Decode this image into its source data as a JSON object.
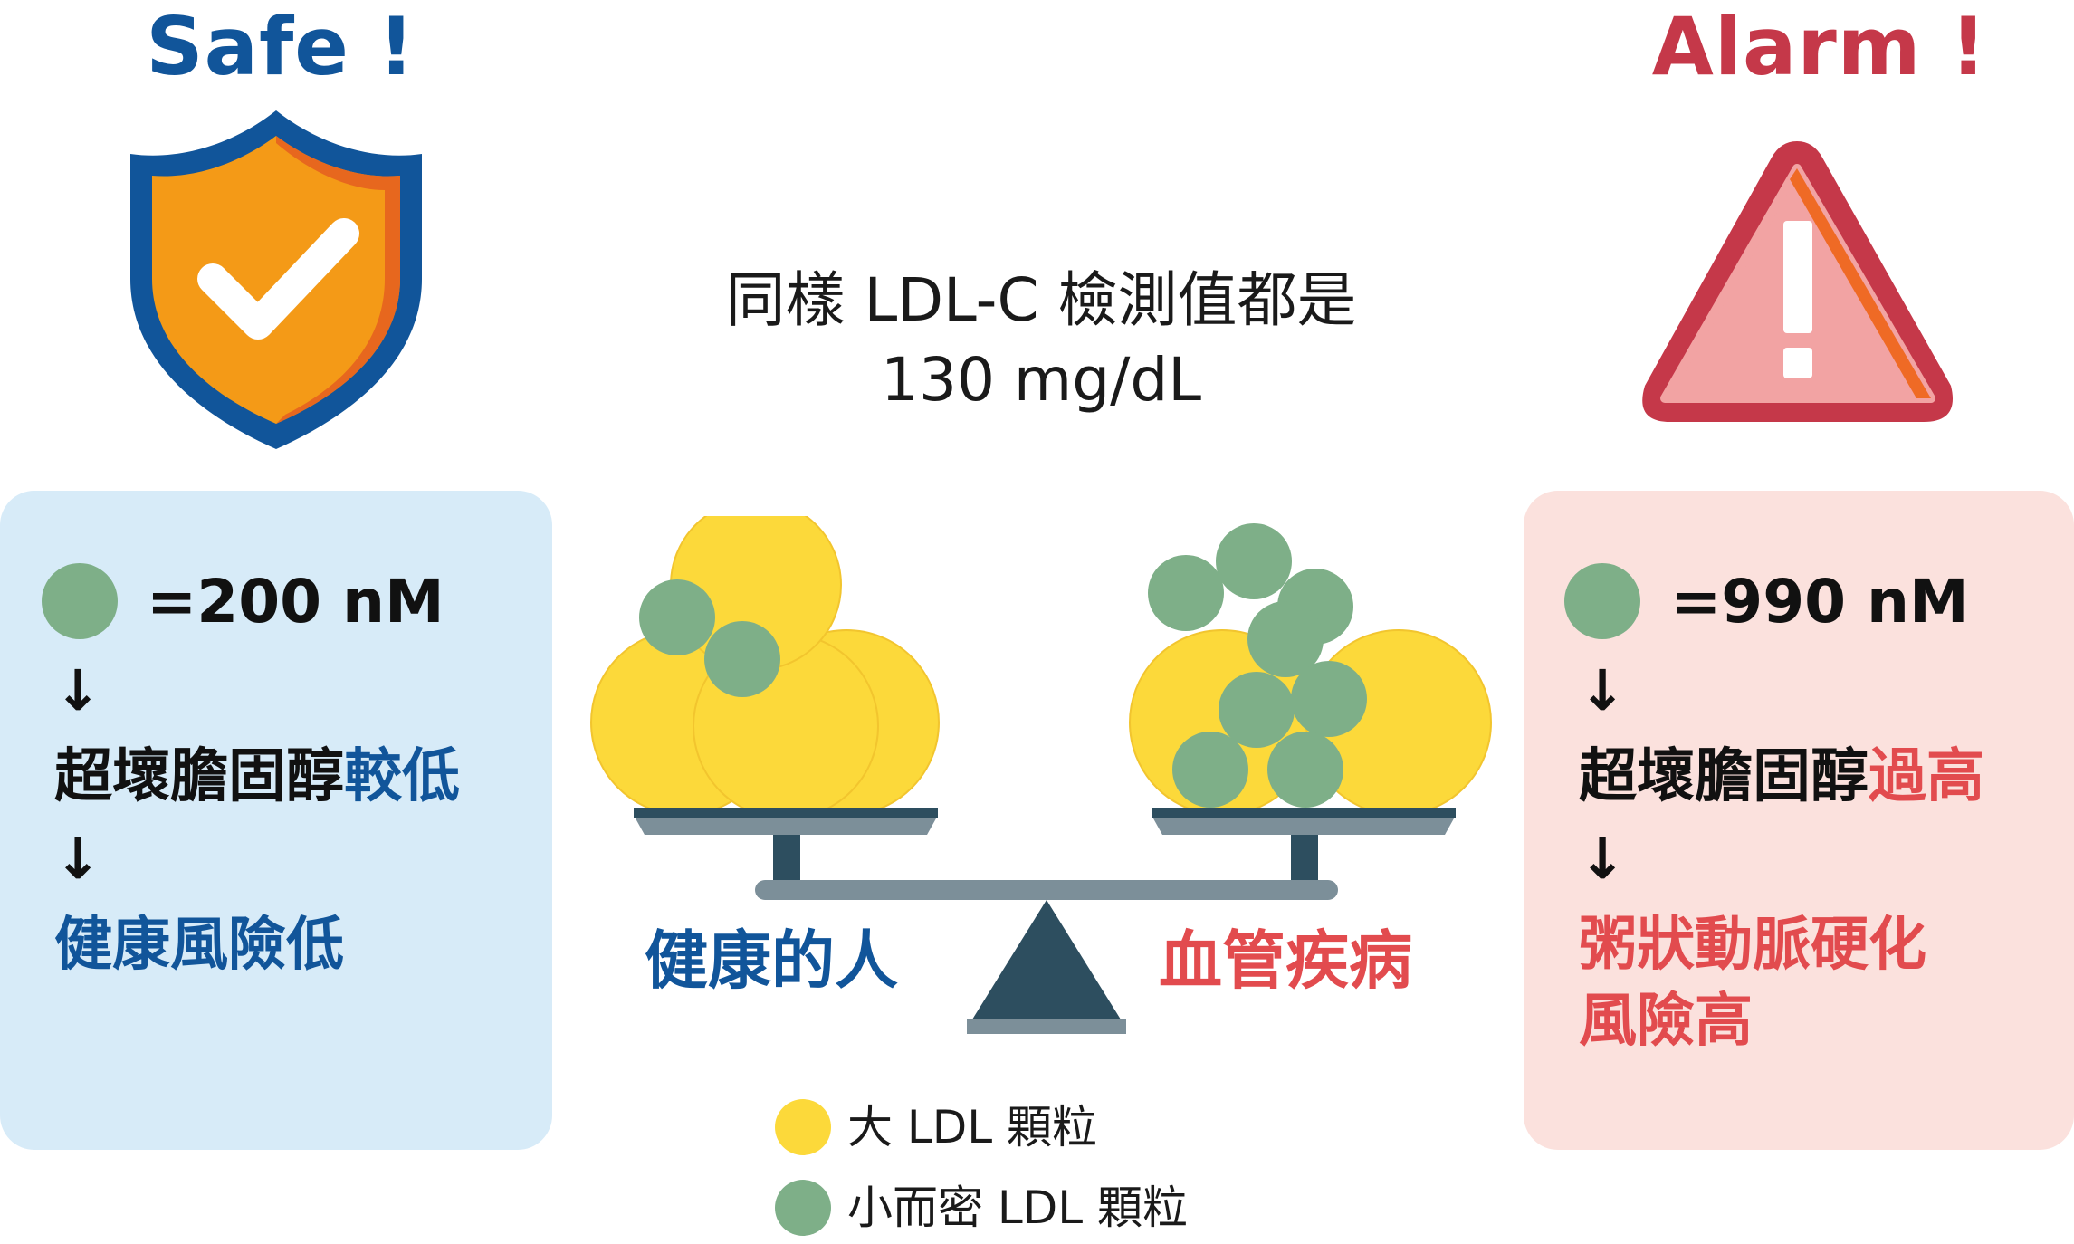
{
  "safe": {
    "title": "Safe !",
    "value": "=200 nM",
    "arrow1": "↓",
    "line1_black": "超壞膽固醇",
    "line1_accent": "較低",
    "arrow2": "↓",
    "line2": "健康風險低"
  },
  "alarm": {
    "title": "Alarm !",
    "value": "=990 nM",
    "arrow1": "↓",
    "line1_black": "超壞膽固醇",
    "line1_accent": "過高",
    "arrow2": "↓",
    "line2a": "粥狀動脈硬化",
    "line2b": "風險高"
  },
  "center": {
    "line1": "同樣 LDL-C 檢測值都是",
    "line2": "130 mg/dL"
  },
  "scale": {
    "left_label": "健康的人",
    "right_label": "血管疾病"
  },
  "legend": {
    "large": "大 LDL 顆粒",
    "small": "小而密 LDL 顆粒"
  },
  "colors": {
    "safe_blue": "#11559a",
    "alarm_red": "#c53849",
    "accent_red": "#e24b4e",
    "large_ldl_yellow": "#fcd93a",
    "small_ldl_green": "#7eaf88",
    "shield_orange": "#f49a17",
    "scale_dark": "#2d4e5f",
    "scale_gray": "#7c8f99"
  },
  "icons": {
    "safe": "shield-check-icon",
    "alarm": "warning-triangle-icon"
  }
}
